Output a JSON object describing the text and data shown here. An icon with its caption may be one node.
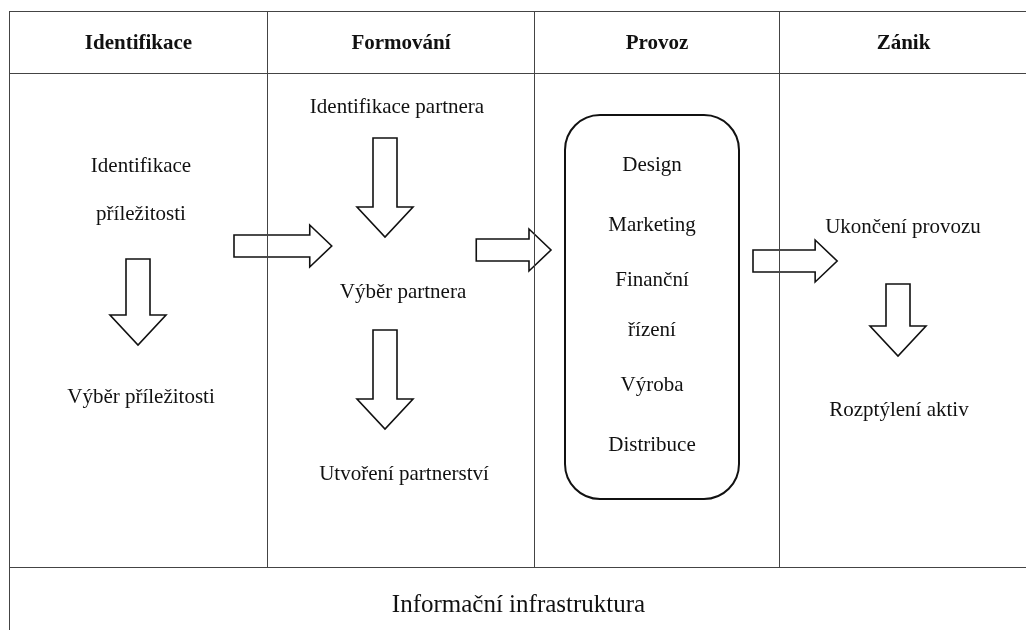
{
  "diagram": {
    "nodes": [
      {
        "text": [
          "Identifikace"
        ]
      },
      {
        "text": [
          "Formování"
        ]
      },
      {
        "text": [
          "Provoz"
        ]
      },
      {
        "text": [
          "Zánik"
        ]
      },
      {
        "text": [
          "Informační infrastruktura"
        ]
      },
      {
        "text": [
          "Identifikace příležitosti"
        ],
        "in": 0
      },
      {
        "text": [
          "Výběr příležitosti"
        ],
        "in": 0
      },
      {
        "text": [
          "Identifikace partnera"
        ],
        "in": 1
      },
      {
        "text": [
          "Výběr partnera"
        ],
        "in": 1
      },
      {
        "text": [
          "Utvoření partnerství"
        ],
        "in": 1
      },
      {
        "text": [
          "Design",
          "Marketing",
          "Finanční řízení",
          "Výroba",
          "Distribuce"
        ],
        "in": 2
      },
      {
        "text": [
          "Ukončení provozu"
        ],
        "in": 3
      },
      {
        "text": [
          "Rozptýlení aktiv"
        ],
        "in": 3
      }
    ],
    "edges": [
      {
        "from": 5,
        "to": 6,
        "arrow": "to"
      },
      {
        "from": 5,
        "to": 8,
        "arrow": "to"
      },
      {
        "from": 7,
        "to": 8,
        "arrow": "to"
      },
      {
        "from": 8,
        "to": 9,
        "arrow": "to"
      },
      {
        "from": 8,
        "to": 10,
        "arrow": "to"
      },
      {
        "from": 10,
        "to": 11,
        "arrow": "to"
      },
      {
        "from": 11,
        "to": 12,
        "arrow": "to"
      }
    ]
  }
}
